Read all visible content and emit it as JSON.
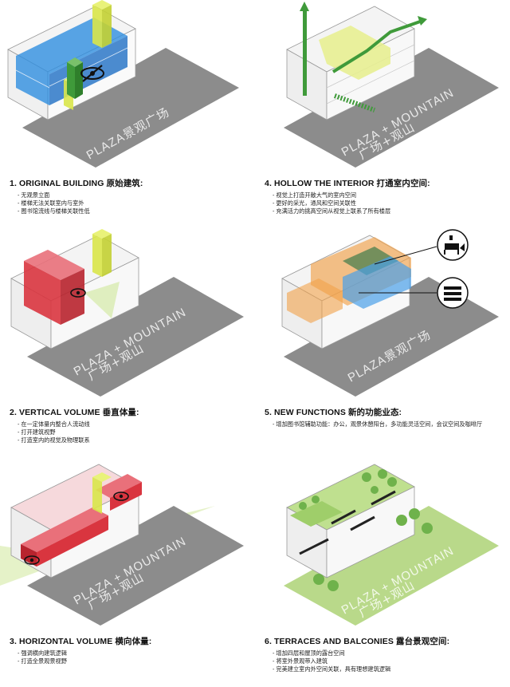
{
  "panels": [
    {
      "title": "1. ORIGINAL BUILDING 原始建筑:",
      "bullets": [
        "无观景立面",
        "楼梯无法关联室内与室外",
        "图书馆流线与楼梯关联性低"
      ],
      "plaza_line1": "PLAZA景观广场",
      "plaza_line2": ""
    },
    {
      "title": "4. HOLLOW THE INTERIOR 打通室内空间:",
      "bullets": [
        "视觉上打造开敞大气的室内空间",
        "更好的采光，通风和空间关联性",
        "充满活力的挑高空间从视觉上联系了所有楼层"
      ],
      "plaza_line1": "PLAZA + MOUNTAIN",
      "plaza_line2": "广场+观山"
    },
    {
      "title": "2. VERTICAL VOLUME 垂直体量:",
      "bullets": [
        "在一定体量内整合人流动线",
        "打开建筑视野",
        "打造室内的视觉及物理联系"
      ],
      "plaza_line1": "PLAZA + MOUNTAIN",
      "plaza_line2": "广场+观山"
    },
    {
      "title": "5. NEW FUNCTIONS 新的功能业态:",
      "bullets": [
        "增加图书馆辅助功能：办公，观景休憩阳台，多功能灵活空间，会议空间及咖啡厅"
      ],
      "plaza_line1": "PLAZA景观广场",
      "plaza_line2": ""
    },
    {
      "title": "3. HORIZONTAL VOLUME 横向体量:",
      "bullets": [
        "强调横向建筑逻辑",
        "打造全景观景视野"
      ],
      "plaza_line1": "PLAZA + MOUNTAIN",
      "plaza_line2": "广场+观山"
    },
    {
      "title": "6. TERRACES AND BALCONIES 露台景观空间:",
      "bullets": [
        "增加四层和屋顶的露台空间",
        "将室外景观带入建筑",
        "完美建立室内外空间关联，具有理想建筑逻辑"
      ],
      "plaza_line1": "PLAZA + MOUNTAIN",
      "plaza_line2": "广场+观山"
    }
  ],
  "colors": {
    "plaza_gray": "#8c8c8c",
    "plaza_green": "#b9d98a",
    "blue": "#2f8fe0",
    "yellow": "#d9e64a",
    "green": "#3f9a3a",
    "red": "#d9353f",
    "orange": "#f1a24a"
  },
  "icons": [
    "eye-icon",
    "arrow-icon",
    "office-icon",
    "bookshelf-icon",
    "tree-icon"
  ]
}
